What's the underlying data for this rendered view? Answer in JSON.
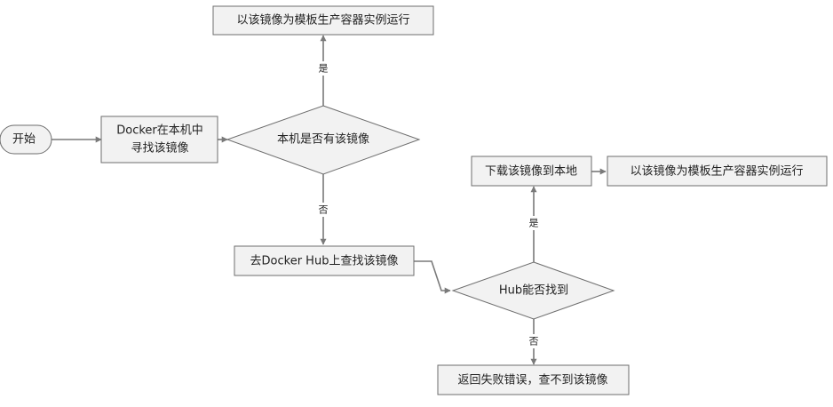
{
  "nodes": {
    "start": "开始",
    "search_local": [
      "Docker在本机中",
      "寻找该镜像"
    ],
    "local_exists": "本机是否有该镜像",
    "run_top": "以该镜像为模板生产容器实例运行",
    "search_hub": "去Docker Hub上查找该镜像",
    "hub_found": "Hub能否找到",
    "download": "下载该镜像到本地",
    "run_right": "以该镜像为模板生产容器实例运行",
    "error": "返回失败错误，查不到该镜像"
  },
  "edges": {
    "yes_top": "是",
    "no_local": "否",
    "yes_hub": "是",
    "no_hub": "否"
  }
}
